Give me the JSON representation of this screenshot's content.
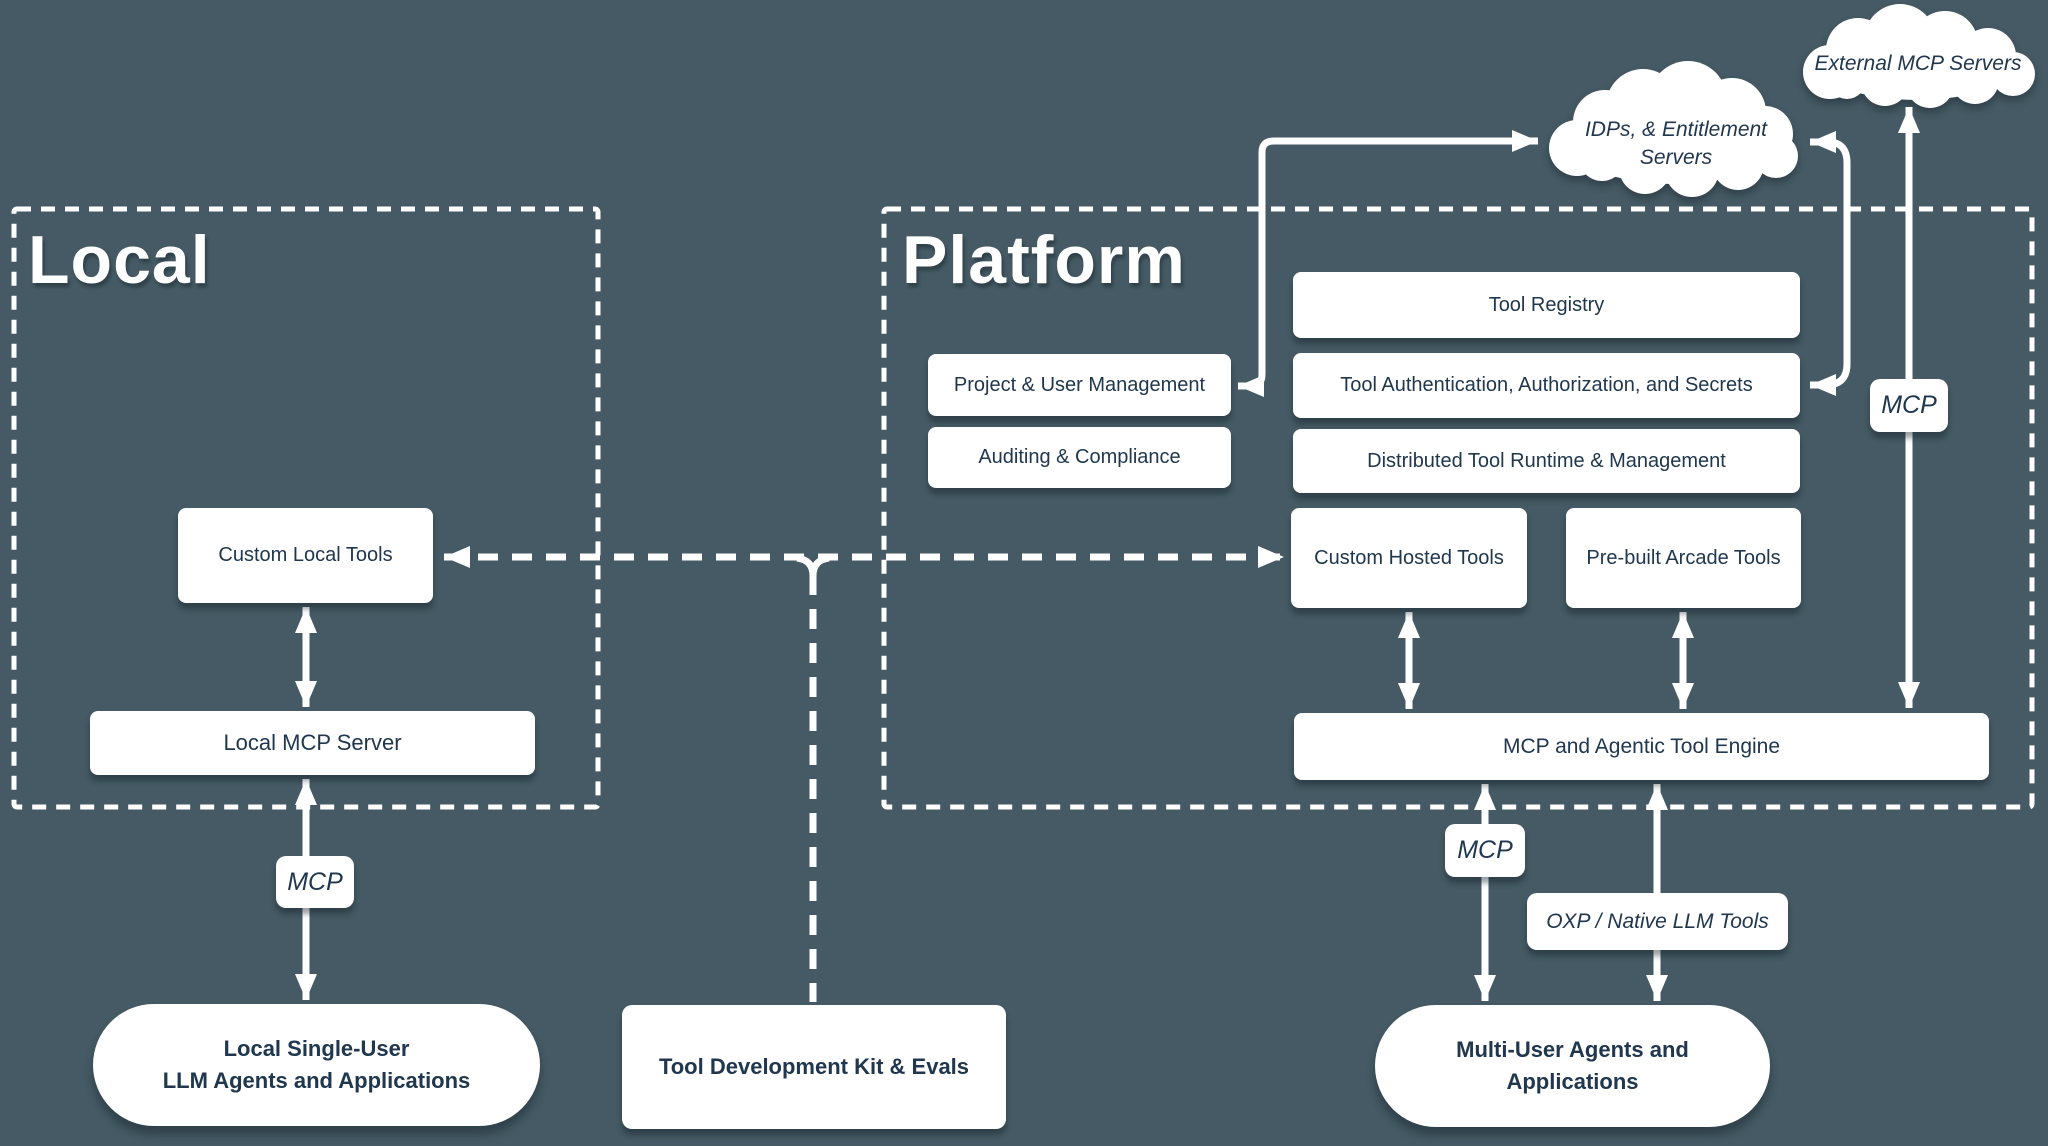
{
  "colors": {
    "background": "#455A64",
    "box_fill": "#FFFFFF",
    "text_dark": "#20374E",
    "line": "#FFFFFF"
  },
  "clouds": {
    "external_mcp": {
      "label": "External MCP Servers"
    },
    "idp": {
      "line1": "IDPs, & Entitlement",
      "line2": "Servers"
    }
  },
  "local": {
    "title": "Local",
    "custom_local_tools": "Custom Local Tools",
    "local_mcp_server": "Local MCP Server",
    "mcp_protocol_label": "MCP",
    "agents": {
      "line1": "Local Single-User",
      "line2": "LLM Agents and Applications"
    }
  },
  "platform": {
    "title": "Platform",
    "tool_registry": "Tool Registry",
    "tool_authentication": "Tool Authentication, Authorization, and Secrets",
    "project_user_management": "Project & User Management",
    "auditing_compliance": "Auditing & Compliance",
    "distributed_runtime": "Distributed Tool Runtime & Management",
    "custom_hosted_tools": "Custom Hosted Tools",
    "prebuilt_arcade_tools": "Pre-built Arcade Tools",
    "engine": "MCP and Agentic Tool Engine",
    "mcp_external_label": "MCP",
    "mcp_engine_label": "MCP",
    "oxp_label": "OXP / Native LLM Tools",
    "agents": {
      "line1": "Multi-User Agents and",
      "line2": "Applications"
    }
  },
  "tooling": {
    "tdk": "Tool Development Kit & Evals"
  }
}
